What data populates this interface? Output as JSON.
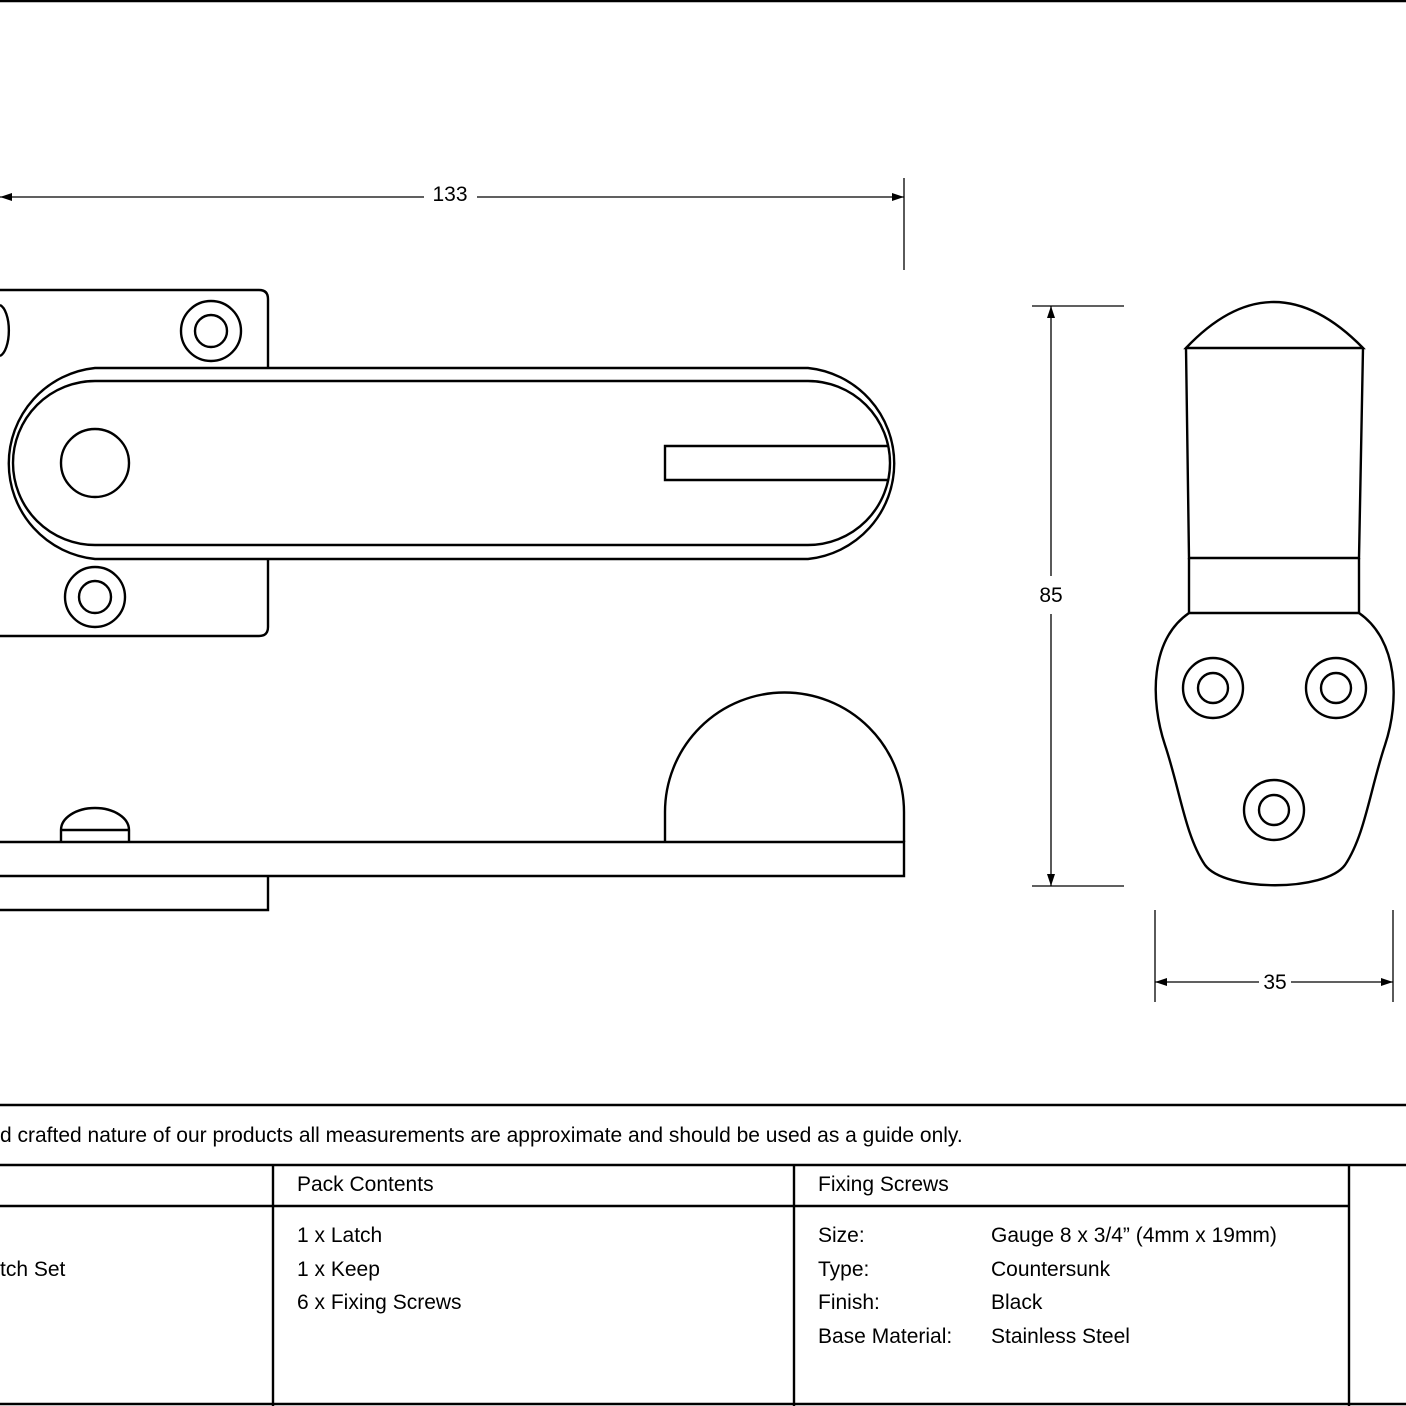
{
  "dimensions": {
    "width": "133",
    "height": "85",
    "keep_width": "35"
  },
  "disclaimer": "d crafted nature of our products all measurements are approximate and should be used as a guide only.",
  "table": {
    "col1": {
      "body": "tch Set"
    },
    "pack_contents": {
      "header": "Pack Contents",
      "items": [
        "1 x Latch",
        "1 x Keep",
        "6 x Fixing Screws"
      ]
    },
    "fixing_screws": {
      "header": "Fixing Screws",
      "rows": [
        {
          "label": "Size:",
          "value": "Gauge 8 x 3/4” (4mm x 19mm)"
        },
        {
          "label": "Type:",
          "value": "Countersunk"
        },
        {
          "label": "Finish:",
          "value": "Black"
        },
        {
          "label": "Base Material:",
          "value": "Stainless Steel"
        }
      ]
    }
  }
}
